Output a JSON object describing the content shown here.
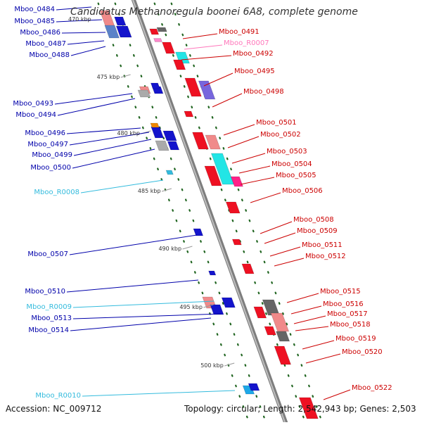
{
  "title": "Candidatus Methanoregula boonei 6A8, complete genome",
  "accession": "Accession: NC_009712",
  "topology": "Topology: circular; Length: 2,542,943 bp; Genes: 2,503",
  "colors": {
    "minus_label": "#0000aa",
    "plus_label": "#cc0000",
    "rna_label": "#33bbdd",
    "pink_label": "#ff77bb",
    "backbone": "#999999",
    "tick_dots": "#226622"
  },
  "scale_ticks": [
    "475 kbp",
    "480 kbp",
    "485 kbp",
    "490 kbp",
    "495 kbp",
    "500 kbp"
  ],
  "partial_scale_tick": "470 kbp",
  "left_labels": [
    {
      "text": "Mboo_0484",
      "kind": "minus"
    },
    {
      "text": "Mboo_0485",
      "kind": "minus"
    },
    {
      "text": "Mboo_0486",
      "kind": "minus"
    },
    {
      "text": "Mboo_0487",
      "kind": "minus"
    },
    {
      "text": "Mboo_0488",
      "kind": "minus"
    },
    {
      "text": "Mboo_0493",
      "kind": "minus"
    },
    {
      "text": "Mboo_0494",
      "kind": "minus"
    },
    {
      "text": "Mboo_0496",
      "kind": "minus"
    },
    {
      "text": "Mboo_0497",
      "kind": "minus"
    },
    {
      "text": "Mboo_0499",
      "kind": "minus"
    },
    {
      "text": "Mboo_0500",
      "kind": "minus"
    },
    {
      "text": "Mboo_R0008",
      "kind": "rna"
    },
    {
      "text": "Mboo_0507",
      "kind": "minus"
    },
    {
      "text": "Mboo_0510",
      "kind": "minus"
    },
    {
      "text": "Mboo_R0009",
      "kind": "rna"
    },
    {
      "text": "Mboo_0513",
      "kind": "minus"
    },
    {
      "text": "Mboo_0514",
      "kind": "minus"
    },
    {
      "text": "Mboo_R0010",
      "kind": "rna"
    }
  ],
  "right_labels": [
    {
      "text": "Mboo_0491",
      "kind": "plus"
    },
    {
      "text": "Mboo_R0007",
      "kind": "pink"
    },
    {
      "text": "Mboo_0492",
      "kind": "plus"
    },
    {
      "text": "Mboo_0495",
      "kind": "plus"
    },
    {
      "text": "Mboo_0498",
      "kind": "plus"
    },
    {
      "text": "Mboo_0501",
      "kind": "plus"
    },
    {
      "text": "Mboo_0502",
      "kind": "plus"
    },
    {
      "text": "Mboo_0503",
      "kind": "plus"
    },
    {
      "text": "Mboo_0504",
      "kind": "plus"
    },
    {
      "text": "Mboo_0505",
      "kind": "plus"
    },
    {
      "text": "Mboo_0506",
      "kind": "plus"
    },
    {
      "text": "Mboo_0508",
      "kind": "plus"
    },
    {
      "text": "Mboo_0509",
      "kind": "plus"
    },
    {
      "text": "Mboo_0511",
      "kind": "plus"
    },
    {
      "text": "Mboo_0512",
      "kind": "plus"
    },
    {
      "text": "Mboo_0515",
      "kind": "plus"
    },
    {
      "text": "Mboo_0516",
      "kind": "plus"
    },
    {
      "text": "Mboo_0517",
      "kind": "plus"
    },
    {
      "text": "Mboo_0518",
      "kind": "plus"
    },
    {
      "text": "Mboo_0519",
      "kind": "plus"
    },
    {
      "text": "Mboo_0520",
      "kind": "plus"
    },
    {
      "text": "Mboo_0522",
      "kind": "plus"
    }
  ]
}
